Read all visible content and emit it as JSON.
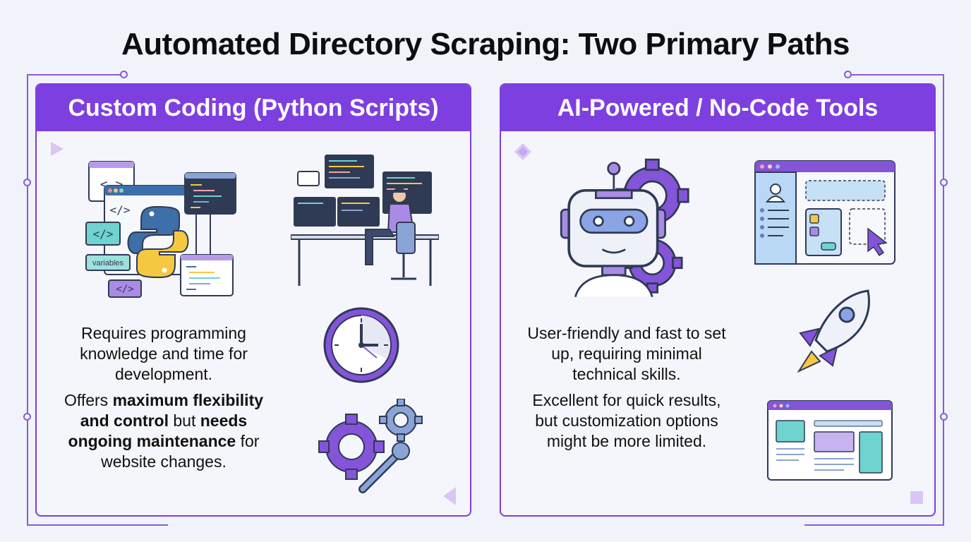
{
  "title": "Automated Directory Scraping: Two Primary Paths",
  "colors": {
    "accent": "#7e3fe0",
    "teal": "#6fd3cf",
    "python_blue": "#3d6fa8",
    "python_yellow": "#f5c842",
    "dark": "#2f3a55"
  },
  "left_panel": {
    "header": "Custom Coding (Python Scripts)",
    "icons": [
      "python-code-windows-icon",
      "developer-at-desk-icon",
      "clock-icon",
      "gears-wrench-icon"
    ],
    "code_tag_label": "variables",
    "text1": "Requires programming knowledge and time for development.",
    "text2_parts": {
      "a": "Offers ",
      "b": "maximum flexibility and control",
      "c": " but ",
      "d": "needs ongoing maintenance",
      "e": " for website changes."
    }
  },
  "right_panel": {
    "header": "AI-Powered / No-Code Tools",
    "icons": [
      "robot-gears-icon",
      "drag-drop-builder-icon",
      "rocket-icon",
      "web-layout-icon"
    ],
    "text1": "User-friendly and fast to set up, requiring minimal technical skills.",
    "text2": "Excellent for quick results, but customization options might be more limited."
  }
}
